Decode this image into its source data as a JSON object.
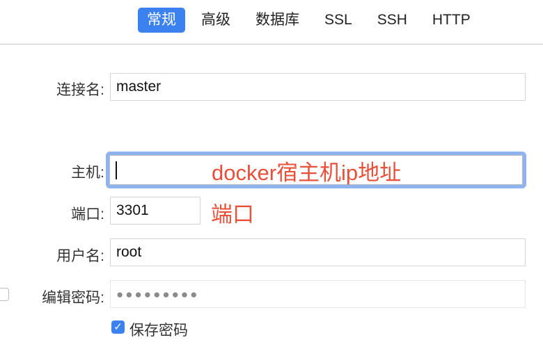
{
  "tabs": [
    {
      "label": "常规",
      "active": true
    },
    {
      "label": "高级",
      "active": false
    },
    {
      "label": "数据库",
      "active": false
    },
    {
      "label": "SSL",
      "active": false
    },
    {
      "label": "SSH",
      "active": false
    },
    {
      "label": "HTTP",
      "active": false
    }
  ],
  "form": {
    "connection_name": {
      "label": "连接名:",
      "value": "master"
    },
    "host": {
      "label": "主机:",
      "value": "",
      "annotation": "docker宿主机ip地址"
    },
    "port": {
      "label": "端口:",
      "value": "3301",
      "annotation": "端口"
    },
    "username": {
      "label": "用户名:",
      "value": "root"
    },
    "password": {
      "label": "编辑密码:",
      "value": "●●●●●●●●●",
      "edit_checked": false
    },
    "save_password": {
      "label": "保存密码",
      "checked": true,
      "check_glyph": "✓"
    }
  },
  "colors": {
    "accent": "#3b82f0",
    "focus_ring": "#8fb3ee",
    "annotation": "#e8503a"
  }
}
